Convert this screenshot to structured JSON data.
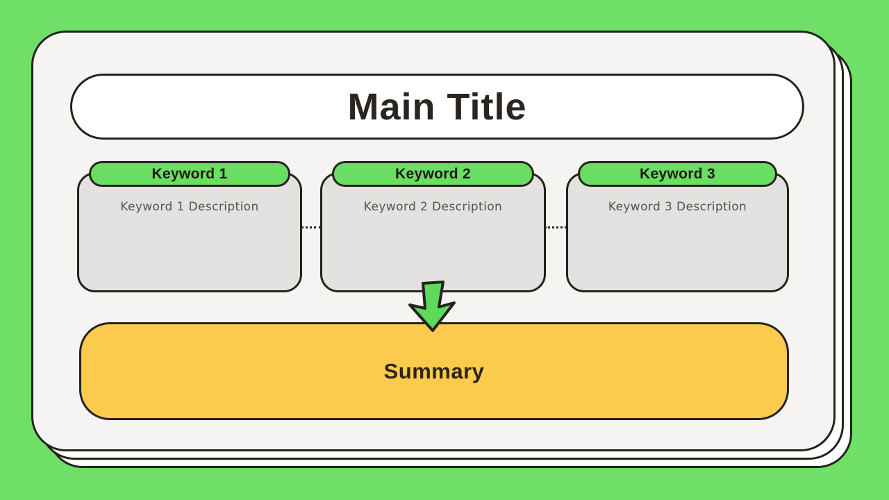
{
  "slide": {
    "title": "Main Title",
    "keywords": [
      {
        "label": "Keyword 1",
        "description": "Keyword 1 Description"
      },
      {
        "label": "Keyword 2",
        "description": "Keyword 2 Description"
      },
      {
        "label": "Keyword 3",
        "description": "Keyword 3 Description"
      }
    ],
    "summary_label": "Summary",
    "colors": {
      "background": "#6fdf67",
      "card_surface": "#f5f4f3",
      "stack_layer": "#ffffff",
      "title_pill": "#ffffff",
      "keyword_pill": "#6ade63",
      "keyword_body": "#e3e2e1",
      "summary": "#fcca4d",
      "arrow": "#5eda5b",
      "outline": "#25221c",
      "title_text": "#2a2520",
      "pill_text": "#1e1a13",
      "description_text": "#57534c",
      "summary_text": "#2d2513"
    },
    "icons": {
      "arrow": "down-arrow-icon"
    }
  }
}
